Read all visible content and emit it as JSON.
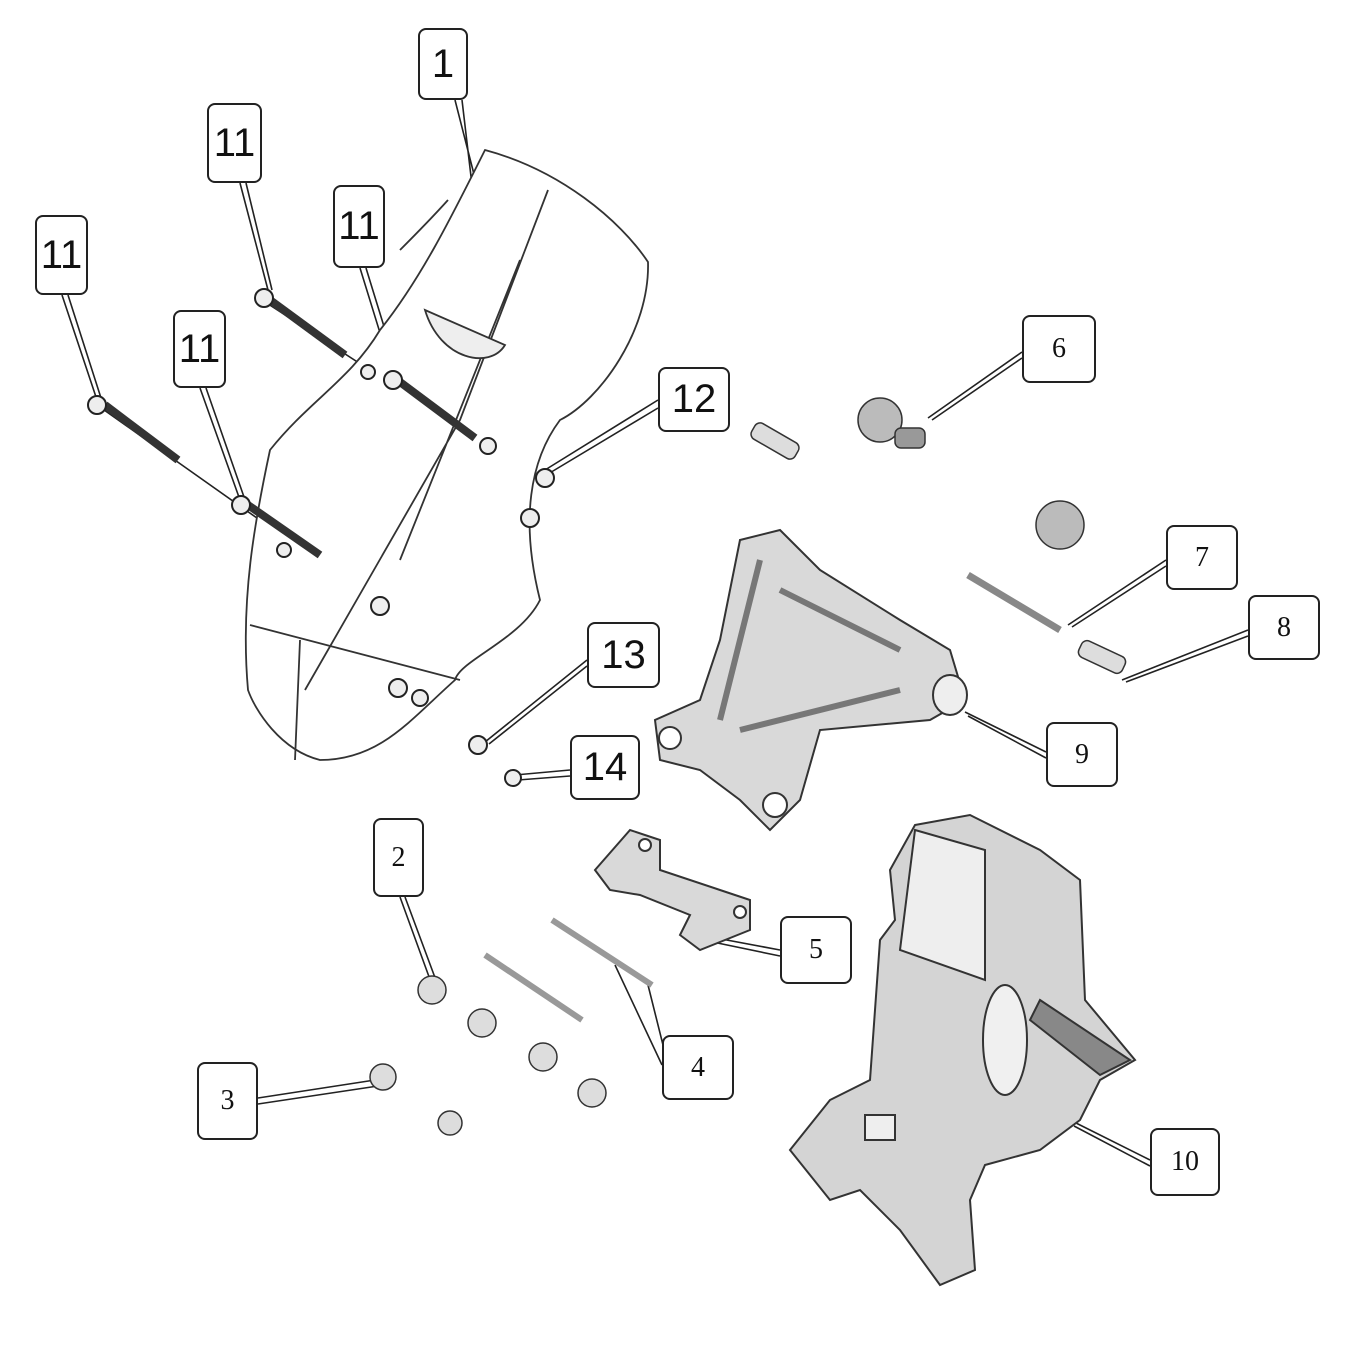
{
  "diagram": {
    "type": "exploded-parts-view",
    "callouts": [
      {
        "id": "c1",
        "label": "1"
      },
      {
        "id": "c11a",
        "label": "11"
      },
      {
        "id": "c11b",
        "label": "11"
      },
      {
        "id": "c11c",
        "label": "11"
      },
      {
        "id": "c11d",
        "label": "11"
      },
      {
        "id": "c12",
        "label": "12"
      },
      {
        "id": "c6",
        "label": "6"
      },
      {
        "id": "c7",
        "label": "7"
      },
      {
        "id": "c8",
        "label": "8"
      },
      {
        "id": "c9",
        "label": "9"
      },
      {
        "id": "c13",
        "label": "13"
      },
      {
        "id": "c14",
        "label": "14"
      },
      {
        "id": "c2",
        "label": "2"
      },
      {
        "id": "c5",
        "label": "5"
      },
      {
        "id": "c4",
        "label": "4"
      },
      {
        "id": "c3",
        "label": "3"
      },
      {
        "id": "c10",
        "label": "10"
      }
    ],
    "colors": {
      "line": "#222222",
      "part_fill": "#d9d9d9",
      "part_dark": "#8a8a8a"
    }
  }
}
